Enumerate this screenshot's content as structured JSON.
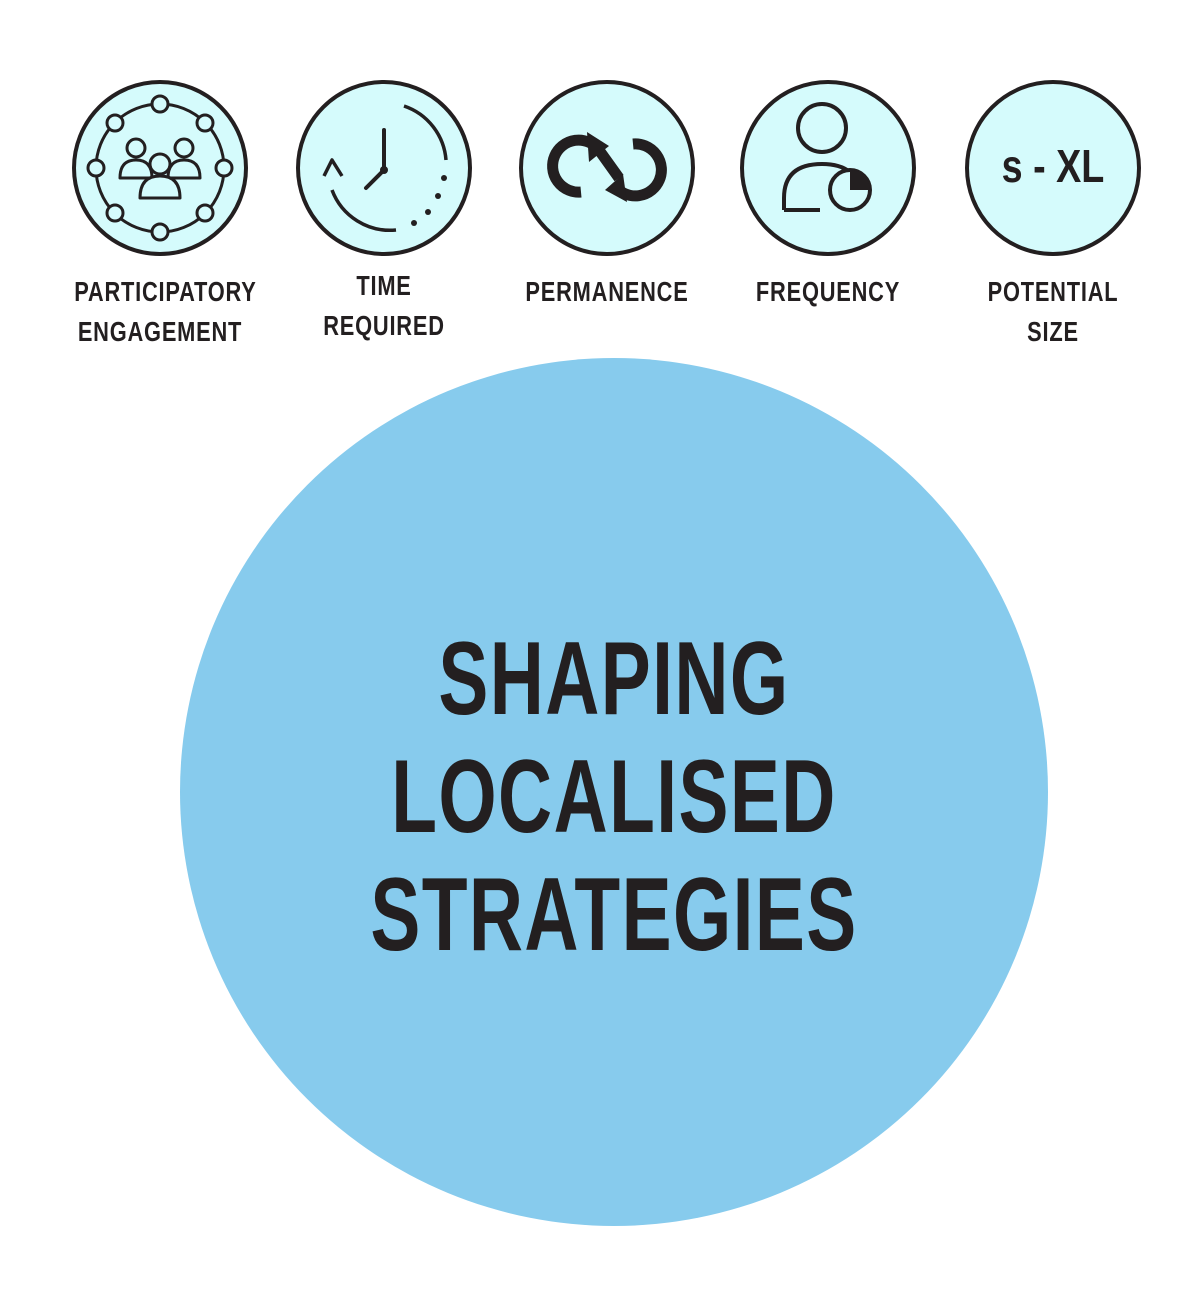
{
  "colors": {
    "icon_fill": "#d5fbfc",
    "icon_stroke": "#231f20",
    "main_circle": "#87cbed",
    "text": "#231f20"
  },
  "icons": [
    {
      "id": "participatory-engagement",
      "icon": "group-network-icon",
      "label_lines": [
        "PARTICIPATORY",
        "ENGAGEMENT"
      ]
    },
    {
      "id": "time-required",
      "icon": "clock-timer-icon",
      "label_lines": [
        "TIME",
        "REQUIRED"
      ]
    },
    {
      "id": "permanence",
      "icon": "infinity-arrows-icon",
      "label_lines": [
        "PERMANENCE"
      ]
    },
    {
      "id": "frequency",
      "icon": "person-pie-icon",
      "label_lines": [
        "FREQUENCY"
      ]
    },
    {
      "id": "potential-size",
      "icon": "size-range-icon",
      "icon_text": "s - XL",
      "label_lines": [
        "POTENTIAL",
        "SIZE"
      ]
    }
  ],
  "main": {
    "title_lines": [
      "SHAPING",
      "LOCALISED",
      "STRATEGIES"
    ]
  }
}
